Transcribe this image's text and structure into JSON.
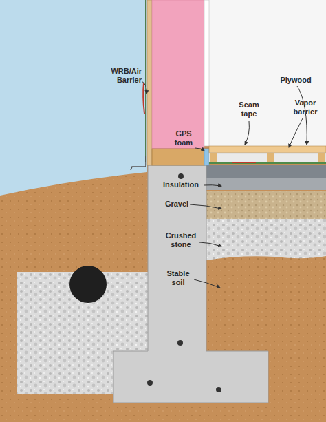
{
  "diagram": {
    "labels": [
      "WRB/Air Barrier",
      "GPS foam",
      "Seam tape",
      "Plywood",
      "Vapor barrier",
      "Insulation",
      "Gravel",
      "Crushed stone",
      "Stable soil"
    ]
  }
}
